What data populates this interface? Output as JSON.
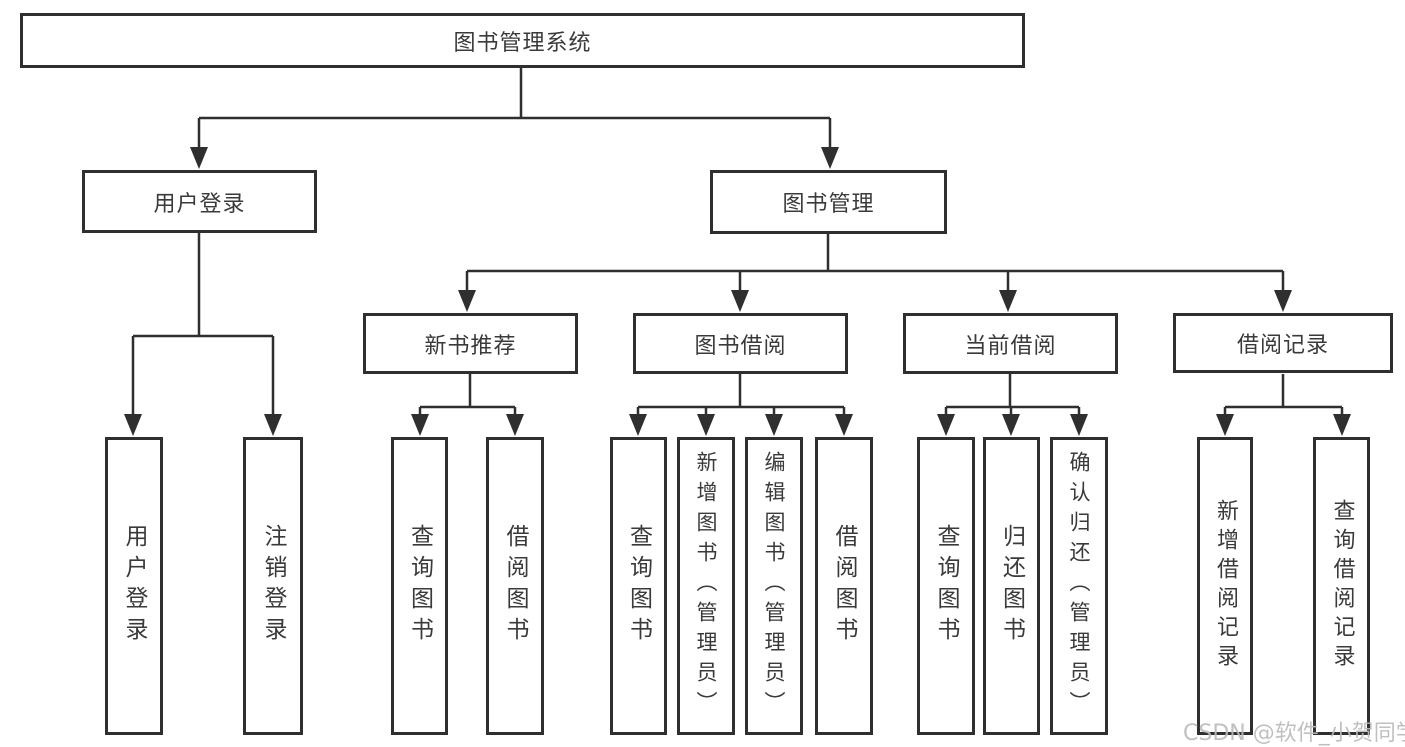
{
  "diagram": {
    "root": {
      "label": "图书管理系统"
    },
    "children": [
      {
        "label": "用户登录",
        "children": [
          {
            "label": "用户登录"
          },
          {
            "label": "注销登录"
          }
        ]
      },
      {
        "label": "图书管理",
        "children": [
          {
            "label": "新书推荐",
            "children": [
              {
                "label": "查询图书"
              },
              {
                "label": "借阅图书"
              }
            ]
          },
          {
            "label": "图书借阅",
            "children": [
              {
                "label": "查询图书"
              },
              {
                "label": "新增图书（管理员）"
              },
              {
                "label": "编辑图书（管理员）"
              },
              {
                "label": "借阅图书"
              }
            ]
          },
          {
            "label": "当前借阅",
            "children": [
              {
                "label": "查询图书"
              },
              {
                "label": "归还图书"
              },
              {
                "label": "确认归还（管理员）"
              }
            ]
          },
          {
            "label": "借阅记录",
            "children": [
              {
                "label": "新增借阅记录"
              },
              {
                "label": "查询借阅记录"
              }
            ]
          }
        ]
      }
    ]
  },
  "watermark": {
    "text": "CSDN @软件_小贺同学"
  },
  "colors": {
    "line": "#2f2f2f",
    "box_border": "#2f2f2f",
    "text": "#3a3a3a",
    "background": "#ffffff",
    "watermark": "#bbbbbb"
  }
}
